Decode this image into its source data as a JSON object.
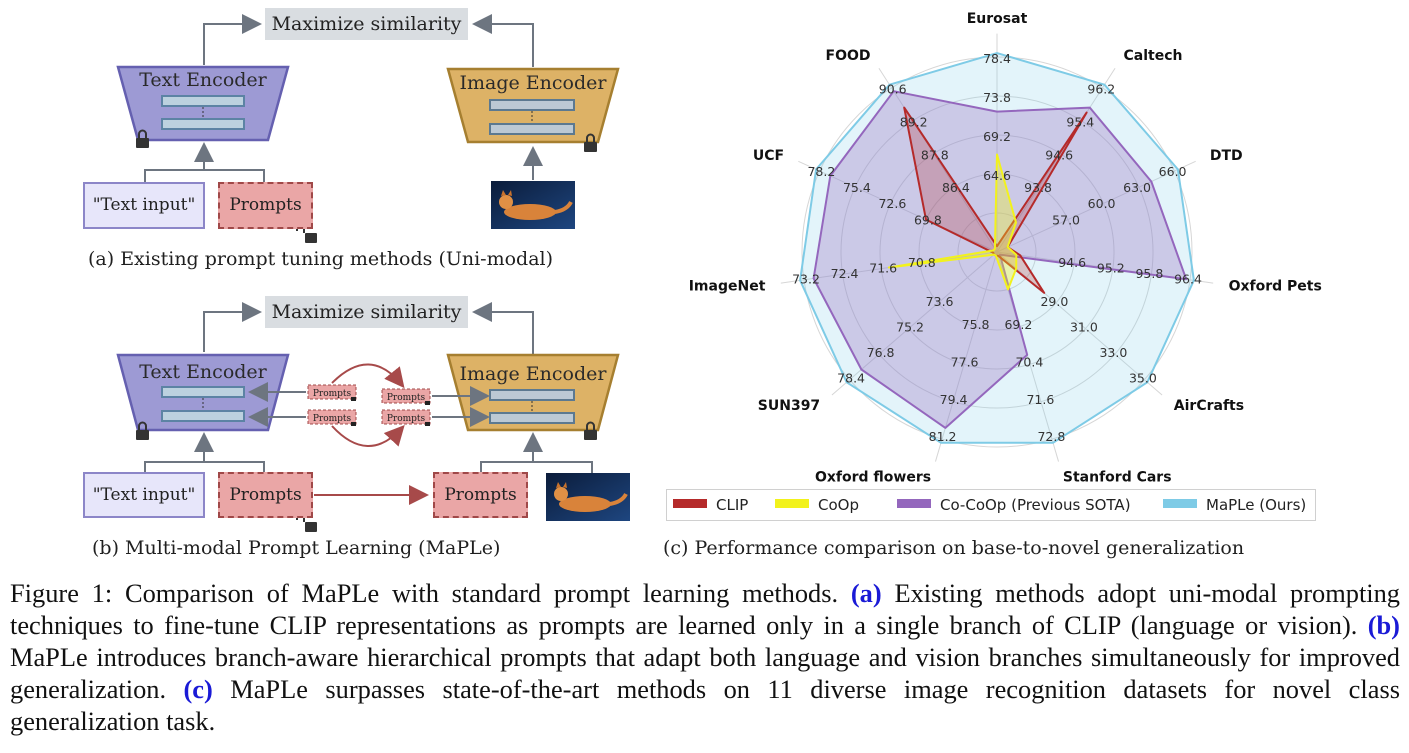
{
  "panel_a": {
    "maximize": "Maximize similarity",
    "text_encoder": "Text Encoder",
    "image_encoder": "Image Encoder",
    "text_input": "\"Text input\"",
    "prompts": "Prompts",
    "caption": "(a) Existing prompt tuning methods (Uni-modal)"
  },
  "panel_b": {
    "maximize": "Maximize similarity",
    "text_encoder": "Text Encoder",
    "image_encoder": "Image Encoder",
    "text_input": "\"Text input\"",
    "prompts": "Prompts",
    "prompts_right": "Prompts",
    "small_prompts": "Prompts",
    "caption": "(b) Multi-modal Prompt Learning (MaPLe)"
  },
  "panel_c": {
    "caption": "(c) Performance comparison on base-to-novel generalization"
  },
  "colors": {
    "clip": "#b52a2a",
    "coop": "#f2f21c",
    "cocoop": "#9467bd",
    "maple": "#7ecbe6"
  },
  "chart_data": {
    "type": "radar",
    "axes": [
      "Eurosat",
      "Caltech",
      "DTD",
      "Oxford Pets",
      "AirCrafts",
      "Stanford Cars",
      "Oxford flowers",
      "SUN397",
      "ImageNet",
      "UCF",
      "FOOD"
    ],
    "axis_ticks": {
      "Eurosat": [
        "64.6",
        "69.2",
        "73.8",
        "78.4"
      ],
      "Caltech": [
        "93.8",
        "94.6",
        "95.4",
        "96.2"
      ],
      "DTD": [
        "57.0",
        "60.0",
        "63.0",
        "66.0"
      ],
      "Oxford Pets": [
        "94.6",
        "95.2",
        "95.8",
        "96.4"
      ],
      "AirCrafts": [
        "29.0",
        "31.0",
        "33.0",
        "35.0"
      ],
      "Stanford Cars": [
        "69.2",
        "70.4",
        "71.6",
        "72.8"
      ],
      "Oxford flowers": [
        "75.8",
        "77.6",
        "79.4",
        "81.2"
      ],
      "SUN397": [
        "73.6",
        "75.2",
        "76.8",
        "78.4"
      ],
      "ImageNet": [
        "70.8",
        "71.6",
        "72.4",
        "73.2"
      ],
      "UCF": [
        "69.8",
        "72.6",
        "75.4",
        "78.2"
      ],
      "FOOD": [
        "86.4",
        "87.8",
        "89.2",
        "90.6"
      ]
    },
    "series": [
      {
        "name": "CLIP",
        "values": [
          0.03,
          0.85,
          0.06,
          0.12,
          0.32,
          0.02,
          0.02,
          0.02,
          0.02,
          0.4,
          0.88
        ]
      },
      {
        "name": "CoOp",
        "values": [
          0.5,
          0.18,
          0.06,
          0.1,
          0.13,
          0.2,
          0.02,
          0.02,
          0.56,
          0.02,
          0.02
        ]
      },
      {
        "name": "Co-CoOp (Previous SOTA)",
        "values": [
          0.72,
          0.88,
          0.87,
          0.98,
          0.02,
          0.55,
          0.94,
          0.92,
          0.95,
          0.94,
          0.98
        ]
      },
      {
        "name": "MaPLe (Ours)",
        "values": [
          1.02,
          1.02,
          1.02,
          1.02,
          1.02,
          1.02,
          1.02,
          1.02,
          1.02,
          1.02,
          1.02
        ]
      }
    ],
    "legend": [
      "CLIP",
      "CoOp",
      "Co-CoOp (Previous SOTA)",
      "MaPLe (Ours)"
    ],
    "legend_position": "bottom"
  },
  "figure_caption": {
    "prefix": "Figure 1: Comparison of MaPLe with standard prompt learning methods.",
    "a_label": "(a)",
    "a_text": "Existing methods adopt uni-modal prompting techniques to fine-tune CLIP representations as prompts are learned only in a single branch of CLIP (language or vision).",
    "b_label": "(b)",
    "b_text": "MaPLe introduces branch-aware hierarchical prompts that adapt both language and vision branches simultaneously for improved generalization.",
    "c_label": "(c)",
    "c_text": "MaPLe surpasses state-of-the-art methods on 11 diverse image recognition datasets for novel class generalization task."
  }
}
